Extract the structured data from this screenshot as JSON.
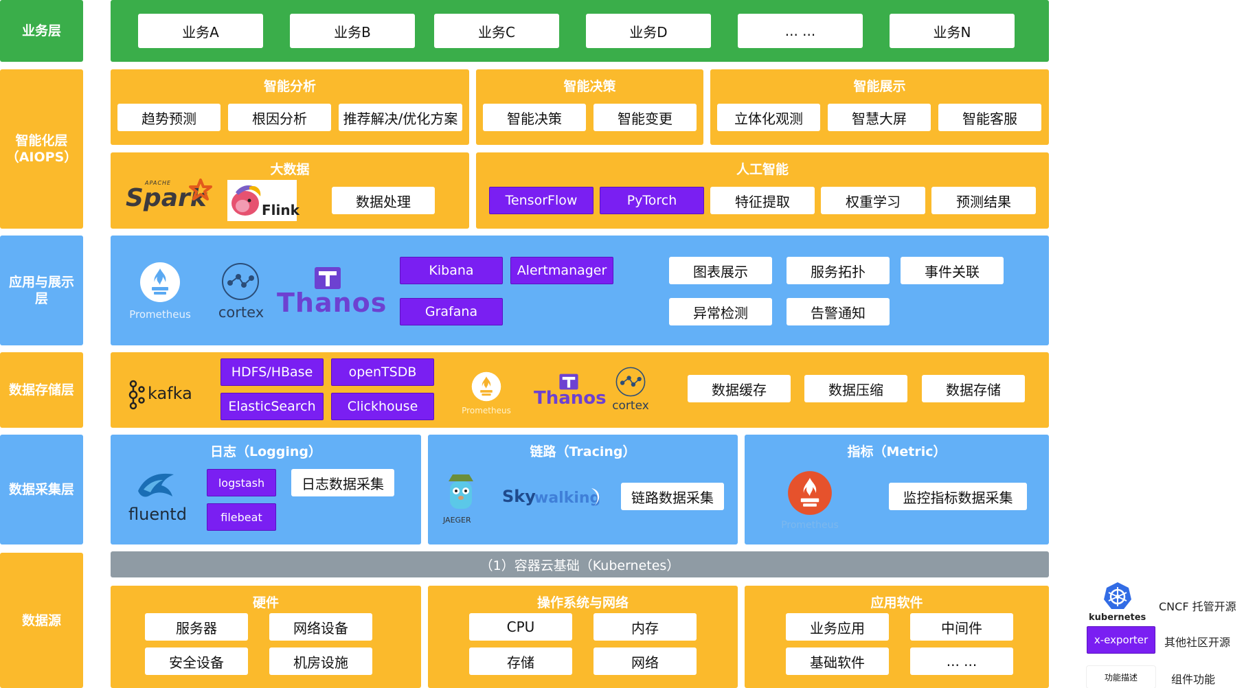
{
  "layers": {
    "business": "业务层",
    "aiops": "智能化层\n（AIOPS）",
    "app": "应用与展示层",
    "storage": "数据存储层",
    "collect": "数据采集层",
    "source": "数据源"
  },
  "business_items": [
    "业务A",
    "业务B",
    "业务C",
    "业务D",
    "... ...",
    "业务N"
  ],
  "aiops": {
    "analysis": {
      "title": "智能分析",
      "items": [
        "趋势预测",
        "根因分析",
        "推荐解决/优化方案"
      ]
    },
    "decision": {
      "title": "智能决策",
      "items": [
        "智能决策",
        "智能变更"
      ]
    },
    "display": {
      "title": "智能展示",
      "items": [
        "立体化观测",
        "智慧大屏",
        "智能客服"
      ]
    },
    "bigdata": {
      "title": "大数据",
      "spark_small": "APACHE",
      "spark": "Spark",
      "flink": "Flink",
      "process": "数据处理"
    },
    "ai": {
      "title": "人工智能",
      "components": [
        "TensorFlow",
        "PyTorch"
      ],
      "items": [
        "特征提取",
        "权重学习",
        "预测结果"
      ]
    }
  },
  "app": {
    "prometheus": "Prometheus",
    "cortex": "cortex",
    "thanos": "Thanos",
    "components": [
      "Kibana",
      "Alertmanager",
      "Grafana"
    ],
    "items": [
      "图表展示",
      "服务拓扑",
      "事件关联",
      "异常检测",
      "告警通知"
    ]
  },
  "storage": {
    "kafka": "kafka",
    "components": [
      "HDFS/HBase",
      "openTSDB",
      "ElasticSearch",
      "Clickhouse"
    ],
    "prometheus": "Prometheus",
    "thanos": "Thanos",
    "cortex": "cortex",
    "items": [
      "数据缓存",
      "数据压缩",
      "数据存储"
    ]
  },
  "collect": {
    "logging": {
      "title": "日志（Logging）",
      "fluentd": "fluentd",
      "components": [
        "logstash",
        "filebeat"
      ],
      "item": "日志数据采集"
    },
    "tracing": {
      "title": "链路（Tracing）",
      "jaeger": "JAEGER",
      "skywalking_a": "Sky",
      "skywalking_b": "walking",
      "item": "链路数据采集"
    },
    "metric": {
      "title": "指标（Metric）",
      "prometheus": "Prometheus",
      "item": "监控指标数据采集"
    }
  },
  "k8s_bar": "（1）容器云基础（Kubernetes）",
  "source": {
    "hardware": {
      "title": "硬件",
      "items": [
        "服务器",
        "网络设备",
        "安全设备",
        "机房设施"
      ]
    },
    "os": {
      "title": "操作系统与网络",
      "items": [
        "CPU",
        "内存",
        "存储",
        "网络"
      ]
    },
    "software": {
      "title": "应用软件",
      "items": [
        "业务应用",
        "中间件",
        "基础软件",
        "... ..."
      ]
    }
  },
  "legend": {
    "kubernetes": "kubernetes",
    "cncf": "CNCF 托管开源",
    "exporter": "x-exporter",
    "community": "其他社区开源",
    "func_desc": "功能描述",
    "component_func": "组件功能"
  },
  "colors": {
    "green": "#3aae4a",
    "orange": "#fbba2c",
    "blue": "#63b0f7",
    "purple": "#7a1ff2",
    "gray": "#8f9ba4"
  }
}
